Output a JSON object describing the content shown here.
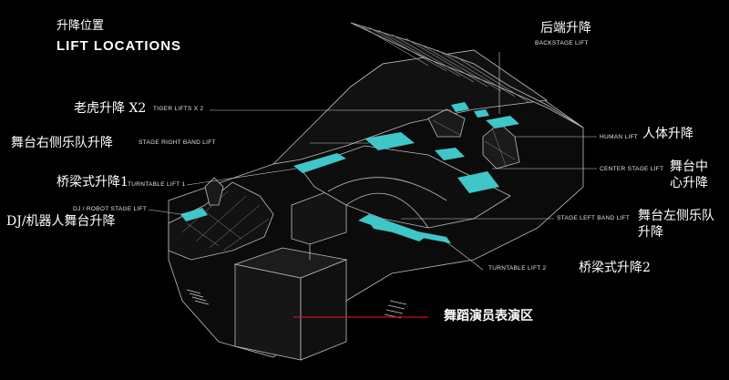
{
  "title": {
    "zh": "升降位置",
    "en": "LIFT LOCATIONS"
  },
  "labels": {
    "backstage_zh": "后端升降",
    "backstage_en": "BACKSTAGE LIFT",
    "tiger_zh": "老虎升降 X2",
    "tiger_en": "TIGER LIFTS X 2",
    "band_right_zh": "舞台右侧乐队升降",
    "band_right_en": "STAGE RIGHT BAND LIFT",
    "human_en": "HUMAN LIFT",
    "human_zh": "人体升降",
    "center_en": "CENTER STAGE LIFT",
    "center_zh1": "舞台中",
    "center_zh2": "心升降",
    "turntable1_zh": "桥梁式升降1",
    "turntable1_en": "TURNTABLE LIFT 1",
    "dj_en": "DJ / ROBOT STAGE LIFT",
    "dj_zh": "DJ/机器人舞台升降",
    "band_left_en": "STAGE LEFT BAND LIFT",
    "band_left_zh1": "舞台左侧乐队",
    "band_left_zh2": "升降",
    "turntable2_en": "TURNTABLE LIFT 2",
    "turntable2_zh": "桥梁式升降2",
    "performer_zh": "舞蹈演员表演区"
  },
  "colors": {
    "lift": "#3fc6c9",
    "line": "#bfbfbf",
    "accent_line": "#c8102e",
    "background": "#000000"
  }
}
